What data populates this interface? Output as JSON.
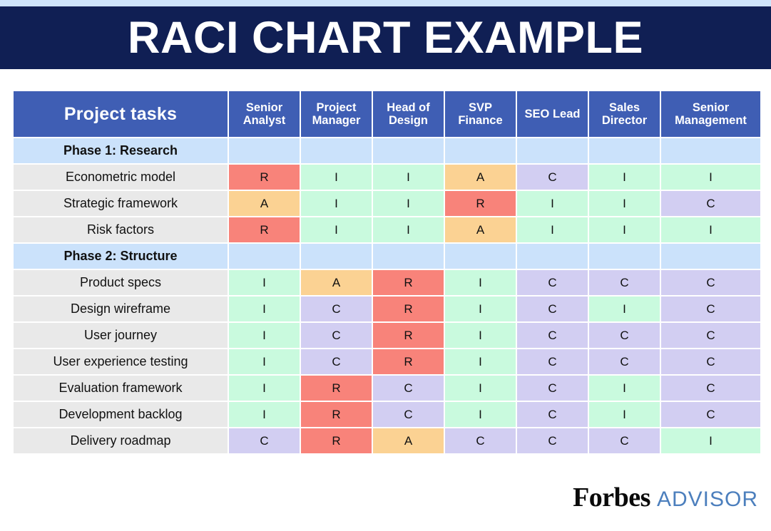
{
  "banner": {
    "title": "RACI CHART EXAMPLE",
    "background_color": "#101f54",
    "text_color": "#ffffff"
  },
  "top_strip": {
    "color": "#cfe4fb"
  },
  "table": {
    "task_column_header": "Project tasks",
    "header_background": "#3f5eb4",
    "role_columns": [
      "Senior Analyst",
      "Project Manager",
      "Head of Design",
      "SVP Finance",
      "SEO Lead",
      "Sales Director",
      "Senior Management"
    ],
    "rows": [
      {
        "type": "phase",
        "label": "Phase 1: Research",
        "values": [
          "",
          "",
          "",
          "",
          "",
          "",
          ""
        ]
      },
      {
        "type": "task",
        "label": "Econometric model",
        "values": [
          "R",
          "I",
          "I",
          "A",
          "C",
          "I",
          "I"
        ]
      },
      {
        "type": "task",
        "label": "Strategic framework",
        "values": [
          "A",
          "I",
          "I",
          "R",
          "I",
          "I",
          "C"
        ]
      },
      {
        "type": "task",
        "label": "Risk factors",
        "values": [
          "R",
          "I",
          "I",
          "A",
          "I",
          "I",
          "I"
        ]
      },
      {
        "type": "phase",
        "label": "Phase 2: Structure",
        "values": [
          "",
          "",
          "",
          "",
          "",
          "",
          ""
        ]
      },
      {
        "type": "task",
        "label": "Product specs",
        "values": [
          "I",
          "A",
          "R",
          "I",
          "C",
          "C",
          "C"
        ]
      },
      {
        "type": "task",
        "label": "Design wireframe",
        "values": [
          "I",
          "C",
          "R",
          "I",
          "C",
          "I",
          "C"
        ]
      },
      {
        "type": "task",
        "label": "User journey",
        "values": [
          "I",
          "C",
          "R",
          "I",
          "C",
          "C",
          "C"
        ]
      },
      {
        "type": "task",
        "label": "User experience testing",
        "values": [
          "I",
          "C",
          "R",
          "I",
          "C",
          "C",
          "C"
        ]
      },
      {
        "type": "task",
        "label": "Evaluation framework",
        "values": [
          "I",
          "R",
          "C",
          "I",
          "C",
          "I",
          "C"
        ]
      },
      {
        "type": "task",
        "label": "Development backlog",
        "values": [
          "I",
          "R",
          "C",
          "I",
          "C",
          "I",
          "C"
        ]
      },
      {
        "type": "task",
        "label": "Delivery roadmap",
        "values": [
          "C",
          "R",
          "A",
          "C",
          "C",
          "C",
          "I"
        ]
      }
    ],
    "value_colors": {
      "R": "#f8837a",
      "A": "#fbd293",
      "I": "#c9fade",
      "C": "#d2cef2",
      "empty": "#cbe2fb",
      "task_label": "#e9e9e9",
      "phase_row": "#cbe2fb"
    }
  },
  "logo": {
    "primary": "Forbes",
    "secondary": "ADVISOR",
    "secondary_color": "#4c7fbd"
  },
  "chart_data": {
    "type": "table",
    "title": "RACI CHART EXAMPLE",
    "columns": [
      "Project tasks",
      "Senior Analyst",
      "Project Manager",
      "Head of Design",
      "SVP Finance",
      "SEO Lead",
      "Sales Director",
      "Senior Management"
    ],
    "rows": [
      [
        "Phase 1: Research",
        "",
        "",
        "",
        "",
        "",
        "",
        ""
      ],
      [
        "Econometric model",
        "R",
        "I",
        "I",
        "A",
        "C",
        "I",
        "I"
      ],
      [
        "Strategic framework",
        "A",
        "I",
        "I",
        "R",
        "I",
        "I",
        "C"
      ],
      [
        "Risk factors",
        "R",
        "I",
        "I",
        "A",
        "I",
        "I",
        "I"
      ],
      [
        "Phase 2: Structure",
        "",
        "",
        "",
        "",
        "",
        "",
        ""
      ],
      [
        "Product specs",
        "I",
        "A",
        "R",
        "I",
        "C",
        "C",
        "C"
      ],
      [
        "Design wireframe",
        "I",
        "C",
        "R",
        "I",
        "C",
        "I",
        "C"
      ],
      [
        "User journey",
        "I",
        "C",
        "R",
        "I",
        "C",
        "C",
        "C"
      ],
      [
        "User experience testing",
        "I",
        "C",
        "R",
        "I",
        "C",
        "C",
        "C"
      ],
      [
        "Evaluation framework",
        "I",
        "R",
        "C",
        "I",
        "C",
        "I",
        "C"
      ],
      [
        "Development backlog",
        "I",
        "R",
        "C",
        "I",
        "C",
        "I",
        "C"
      ],
      [
        "Delivery roadmap",
        "C",
        "R",
        "A",
        "C",
        "C",
        "C",
        "I"
      ]
    ]
  }
}
